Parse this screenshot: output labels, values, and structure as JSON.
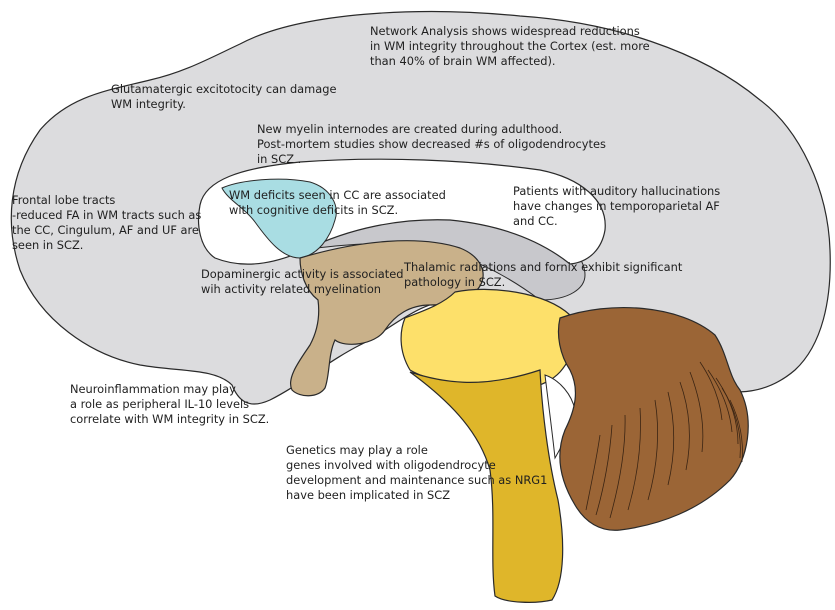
{
  "colors": {
    "cortex": "#dcdcde",
    "outline": "#2a2a2a",
    "ventricle": "#ffffff",
    "corpus_callosum": "#a9dde3",
    "fornix": "#c8c8cc",
    "thalamus": "#c9b18a",
    "midbrain": "#fde06a",
    "brainstem": "#dfb62a",
    "cerebellum": "#9b6536"
  },
  "annotations": {
    "network": [
      "Network Analysis shows widespread reductions",
      "in WM integrity throughout the  Cortex (est. more",
      "than 40% of brain WM affected)."
    ],
    "glutamate": [
      "Glutamatergic excitotocity can damage",
      "WM integrity."
    ],
    "myelin": [
      "New myelin internodes are  created during adulthood.",
      "Post-mortem studies show decreased #s of oligodendrocytes",
      "in SCZ ."
    ],
    "frontal": [
      "Frontal lobe tracts",
      "-reduced FA in WM tracts such as",
      "the CC, Cingulum, AF and UF are",
      "seen in SCZ."
    ],
    "cc": [
      "WM deficits seen in CC are associated",
      "with cognitive deficits in SCZ."
    ],
    "auditory": [
      "Patients with auditory hallucinations",
      "have changes in temporoparietal  AF",
      "and CC."
    ],
    "dopamine": [
      "Dopaminergic activity is associated",
      "wih activity related myelination"
    ],
    "thalamic": [
      "Thalamic radiations and fornix exhibit significant",
      "pathology in SCZ."
    ],
    "neuroinflammation": [
      "Neuroinflammation may play",
      "a role as peripheral IL-10 levels",
      "correlate with WM integrity in SCZ."
    ],
    "genetics": [
      "Genetics may play a role",
      "genes involved with oligodendrocyte",
      "development and maintenance such as NRG1",
      "have been implicated in SCZ"
    ]
  }
}
